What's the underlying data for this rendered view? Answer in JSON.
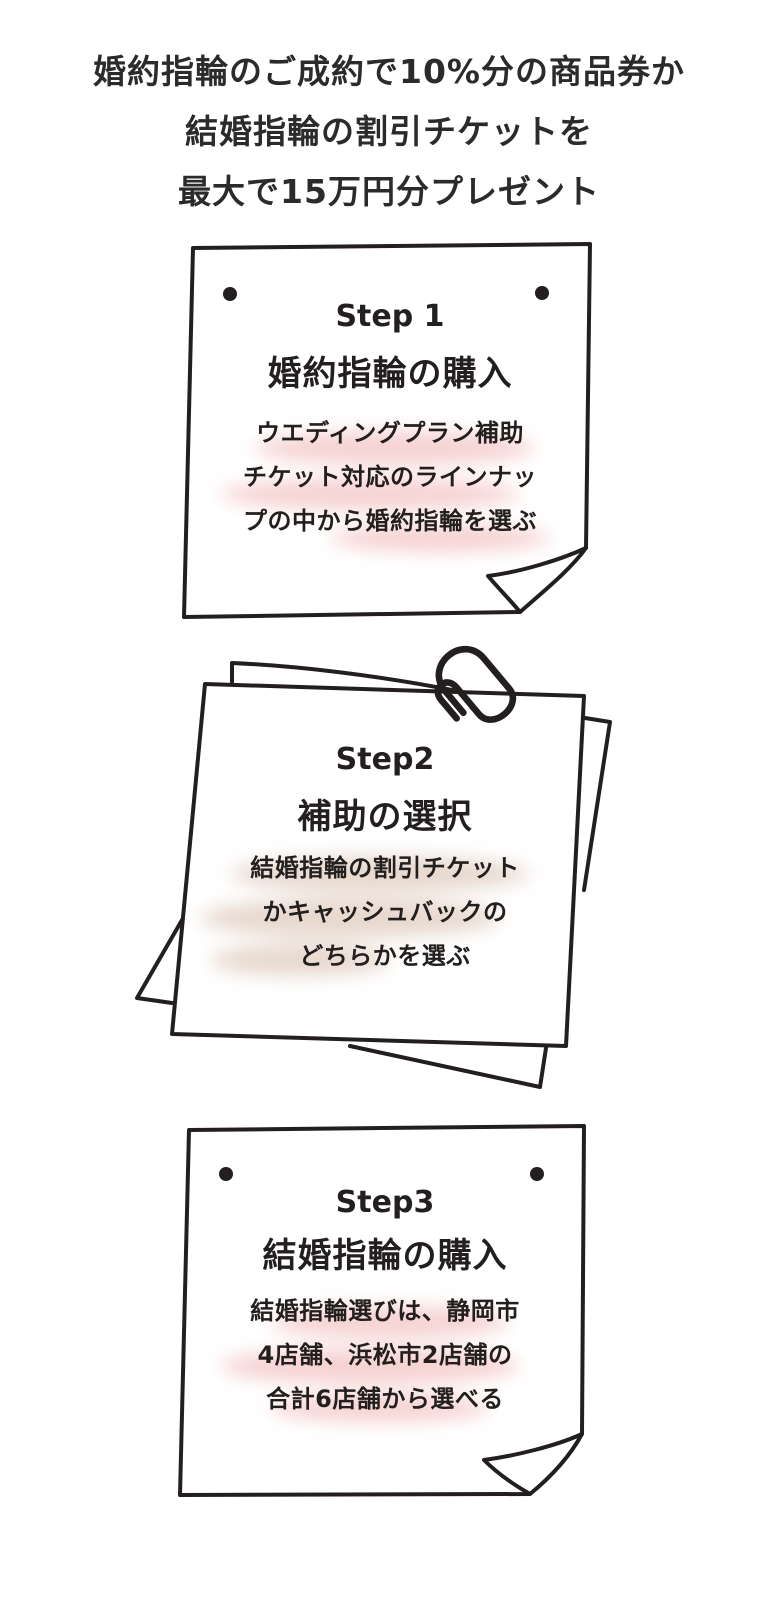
{
  "headline": {
    "lines": [
      "婚約指輪のご成約で10%分の商品券か",
      "結婚指輪の割引チケットを",
      "最大で15万円分プレゼント"
    ]
  },
  "steps": [
    {
      "label": "Step 1",
      "title": "婚約指輪の購入",
      "body": [
        "ウエディングプラン補助",
        "チケット対応のラインナッ",
        "プの中から婚約指輪を選ぶ"
      ]
    },
    {
      "label": "Step2",
      "title": "補助の選択",
      "body": [
        "結婚指輪の割引チケット",
        "かキャッシュバックの",
        "どちらかを選ぶ"
      ]
    },
    {
      "label": "Step3",
      "title": "結婚指輪の購入",
      "body": [
        "結婚指輪選びは、静岡市",
        "4店舗、浜松市2店舗の",
        "合計6店舗から選べる"
      ]
    }
  ],
  "colors": {
    "ink": "#231f1f",
    "paper": "#ffffff",
    "highlight_pink": "#f3c3c3",
    "highlight_beige": "#e2cfc2"
  }
}
